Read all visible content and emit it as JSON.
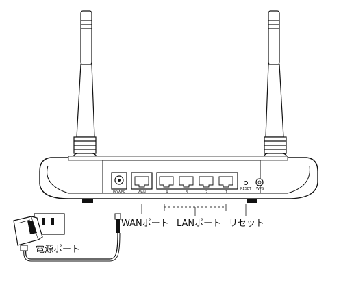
{
  "labels": {
    "wan": "WANポート",
    "lan": "LANポート",
    "reset": "リセット",
    "power_port": "電源ポート"
  },
  "panel": {
    "power": "POWER",
    "wan": "WAN",
    "lan_ports": [
      "4",
      "3",
      "2",
      "1"
    ],
    "reset": "RESET",
    "wps": "WPS"
  }
}
